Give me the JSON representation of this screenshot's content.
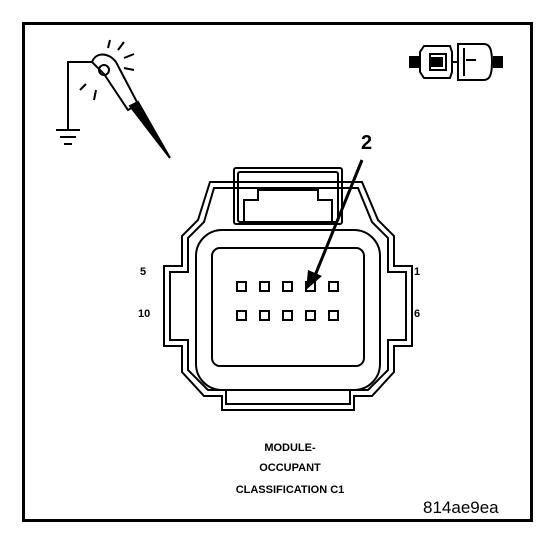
{
  "callout": "2",
  "pin_labels": {
    "top_left": "5",
    "bottom_left": "10",
    "top_right": "1",
    "bottom_right": "6"
  },
  "title": {
    "line1": "MODULE-",
    "line2": "OCCUPANT",
    "line3": "CLASSIFICATION C1"
  },
  "figure_code": "814ae9ea",
  "icons": [
    "probe-ground-icon",
    "connector-icon"
  ],
  "colors": {
    "line": "#000000",
    "background": "#ffffff"
  }
}
